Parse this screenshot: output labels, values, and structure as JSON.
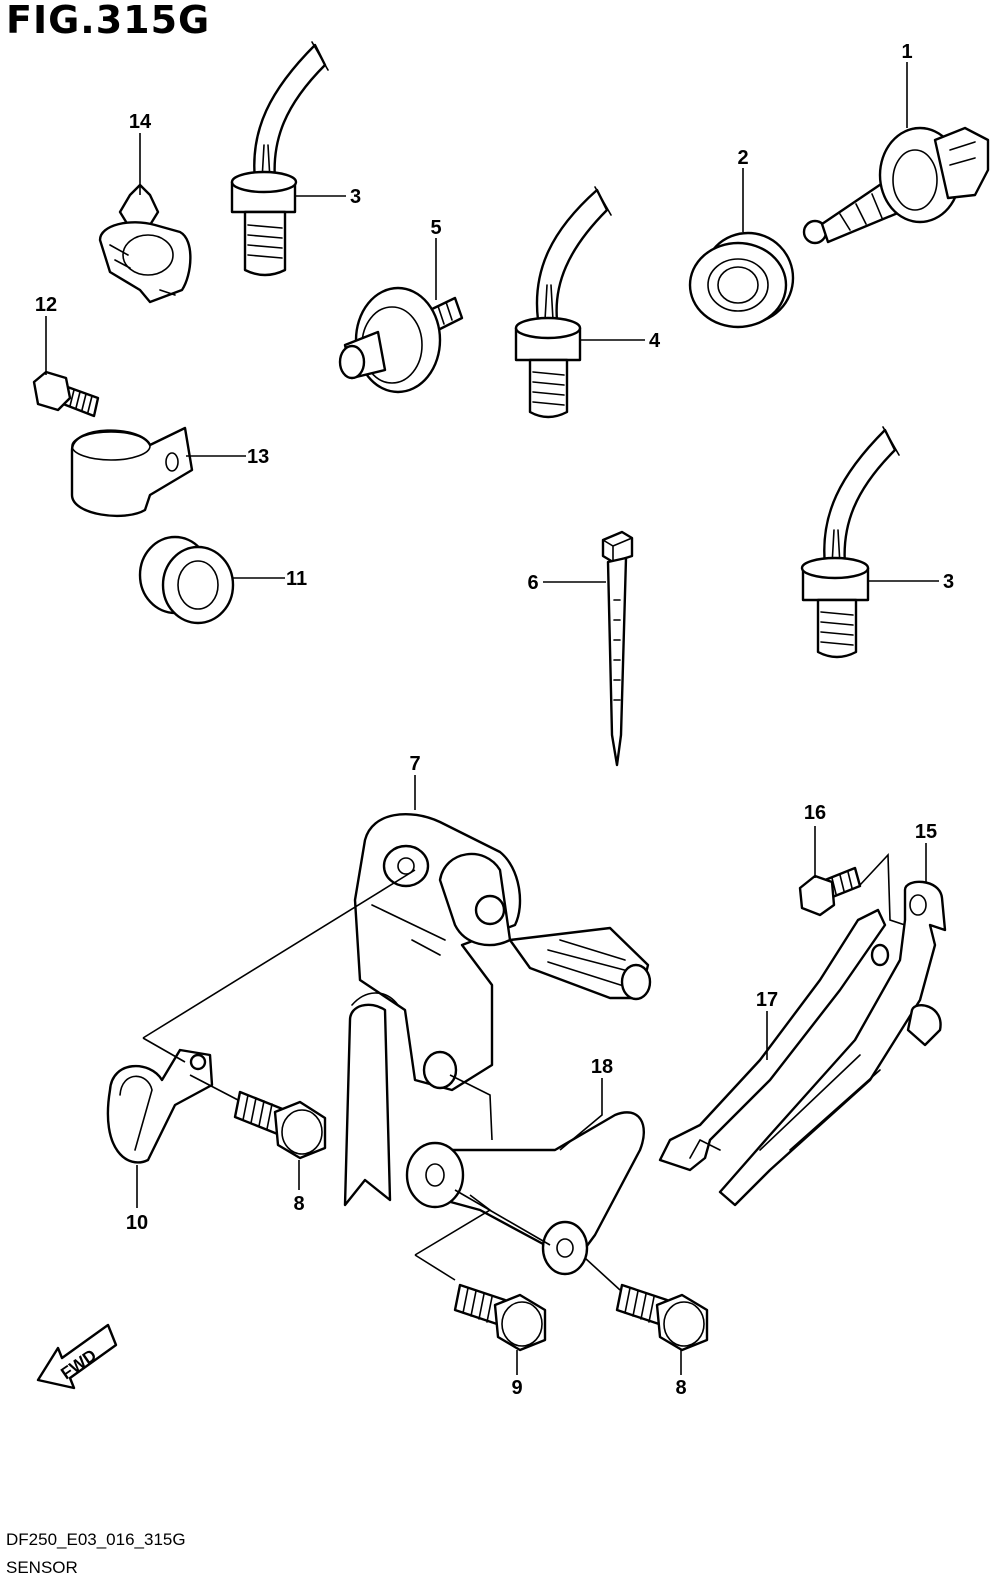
{
  "figure": {
    "title": "FIG.315G",
    "code": "DF250_E03_016_315G",
    "caption": "SENSOR"
  },
  "direction_marker": {
    "label": "FWD",
    "icon": "forward-arrow-icon"
  },
  "callouts": [
    "1",
    "2",
    "3",
    "3",
    "4",
    "5",
    "6",
    "7",
    "8",
    "8",
    "9",
    "10",
    "11",
    "12",
    "13",
    "14",
    "15",
    "16",
    "17",
    "18"
  ]
}
